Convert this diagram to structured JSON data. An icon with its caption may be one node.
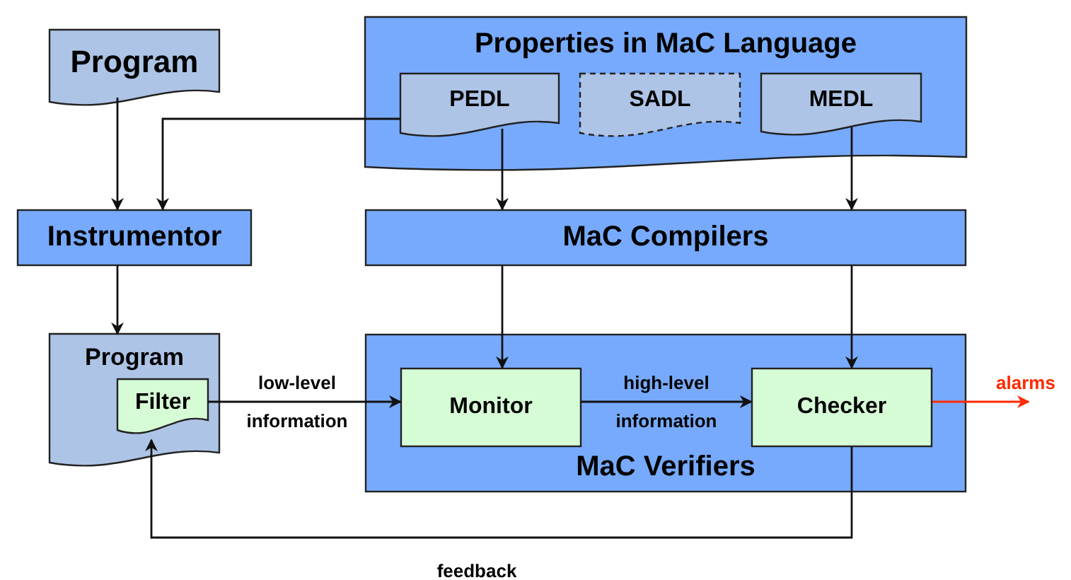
{
  "diagram": {
    "nodes": [
      {
        "text": [
          "Program"
        ]
      },
      {
        "text": [
          "Properties in MaC Language"
        ]
      },
      {
        "text": [
          "PEDL"
        ],
        "in": 1
      },
      {
        "text": [
          "SADL"
        ],
        "in": 1
      },
      {
        "text": [
          "MEDL"
        ],
        "in": 1
      },
      {
        "text": [
          "Instrumentor"
        ]
      },
      {
        "text": [
          "MaC Compilers"
        ]
      },
      {
        "text": [
          "Program"
        ]
      },
      {
        "text": [
          "Filter"
        ],
        "in": 7
      },
      {
        "text": [
          "MaC Verifiers"
        ]
      },
      {
        "text": [
          "Monitor"
        ],
        "in": 9
      },
      {
        "text": [
          "Checker"
        ],
        "in": 9
      }
    ],
    "edges": [
      {
        "from": 0,
        "to": 5,
        "arrow": "to"
      },
      {
        "from": 2,
        "to": 5,
        "arrow": "to"
      },
      {
        "from": 2,
        "to": 6,
        "arrow": "to"
      },
      {
        "from": 4,
        "to": 6,
        "arrow": "to"
      },
      {
        "from": 5,
        "to": 7,
        "arrow": "to"
      },
      {
        "from": 6,
        "to": 10,
        "arrow": "to"
      },
      {
        "from": 6,
        "to": 11,
        "arrow": "to"
      },
      {
        "from": 8,
        "to": 10,
        "arrow": "to",
        "label": "low-level information"
      },
      {
        "from": 10,
        "to": 11,
        "arrow": "to",
        "label": "high-level information"
      },
      {
        "from": 11,
        "to": 8,
        "arrow": "to",
        "label": "feedback"
      },
      {
        "from": 11,
        "to": null,
        "arrow": "to",
        "label": "alarms",
        "color": "#ff2a00"
      }
    ]
  }
}
